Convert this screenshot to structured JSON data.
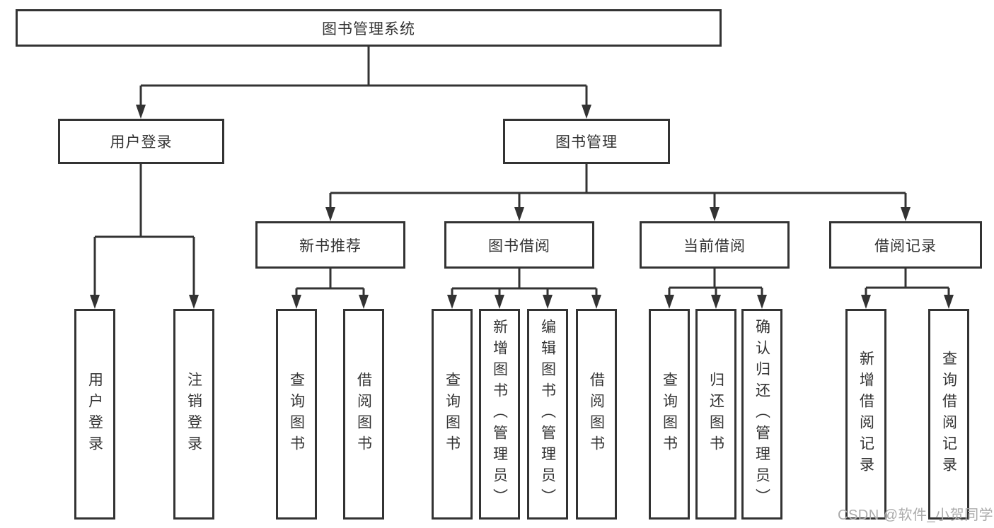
{
  "colors": {
    "background": "#ffffff",
    "line": "#333333",
    "text": "#333333",
    "watermark": "#ababab"
  },
  "watermark": {
    "text": "CSDN @软件_小贺同学"
  },
  "tree": {
    "root": {
      "label": "图书管理系统"
    },
    "branches": [
      {
        "label": "用户登录",
        "leaves": [
          {
            "label": "用户登录"
          },
          {
            "label": "注销登录"
          }
        ]
      },
      {
        "label": "图书管理",
        "groups": [
          {
            "label": "新书推荐",
            "leaves": [
              {
                "label": "查询图书"
              },
              {
                "label": "借阅图书"
              }
            ]
          },
          {
            "label": "图书借阅",
            "leaves": [
              {
                "label": "查询图书"
              },
              {
                "label": "新增图书（管理员）"
              },
              {
                "label": "编辑图书（管理员）"
              },
              {
                "label": "借阅图书"
              }
            ]
          },
          {
            "label": "当前借阅",
            "leaves": [
              {
                "label": "查询图书"
              },
              {
                "label": "归还图书"
              },
              {
                "label": "确认归还（管理员）"
              }
            ]
          },
          {
            "label": "借阅记录",
            "leaves": [
              {
                "label": "新增借阅记录"
              },
              {
                "label": "查询借阅记录"
              }
            ]
          }
        ]
      }
    ]
  }
}
